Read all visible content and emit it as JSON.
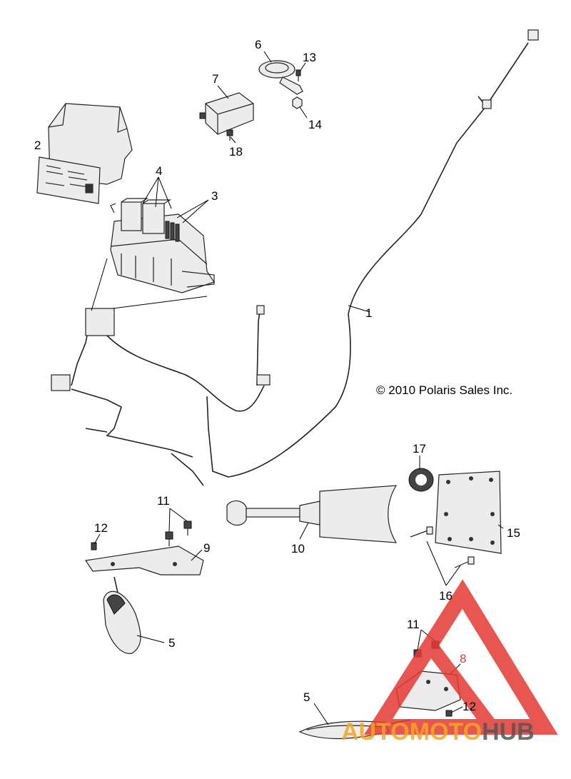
{
  "copyright": "© 2010 Polaris Sales Inc.",
  "callouts": [
    {
      "id": "c1",
      "label": "1"
    },
    {
      "id": "c2",
      "label": "2"
    },
    {
      "id": "c3",
      "label": "3"
    },
    {
      "id": "c4",
      "label": "4"
    },
    {
      "id": "c5a",
      "label": "5"
    },
    {
      "id": "c5b",
      "label": "5"
    },
    {
      "id": "c6",
      "label": "6"
    },
    {
      "id": "c7",
      "label": "7"
    },
    {
      "id": "c8",
      "label": "8"
    },
    {
      "id": "c9",
      "label": "9"
    },
    {
      "id": "c10",
      "label": "10"
    },
    {
      "id": "c11a",
      "label": "11"
    },
    {
      "id": "c11b",
      "label": "11"
    },
    {
      "id": "c12a",
      "label": "12"
    },
    {
      "id": "c12b",
      "label": "12"
    },
    {
      "id": "c13",
      "label": "13"
    },
    {
      "id": "c14",
      "label": "14"
    },
    {
      "id": "c15",
      "label": "15"
    },
    {
      "id": "c16",
      "label": "16"
    },
    {
      "id": "c17",
      "label": "17"
    },
    {
      "id": "c18",
      "label": "18"
    }
  ],
  "watermark": {
    "part1": "AUTOMOTO",
    "part2": "HUB",
    "color_red": "#e53935",
    "color_orange": "#f5a623",
    "color_gray": "#555555"
  }
}
